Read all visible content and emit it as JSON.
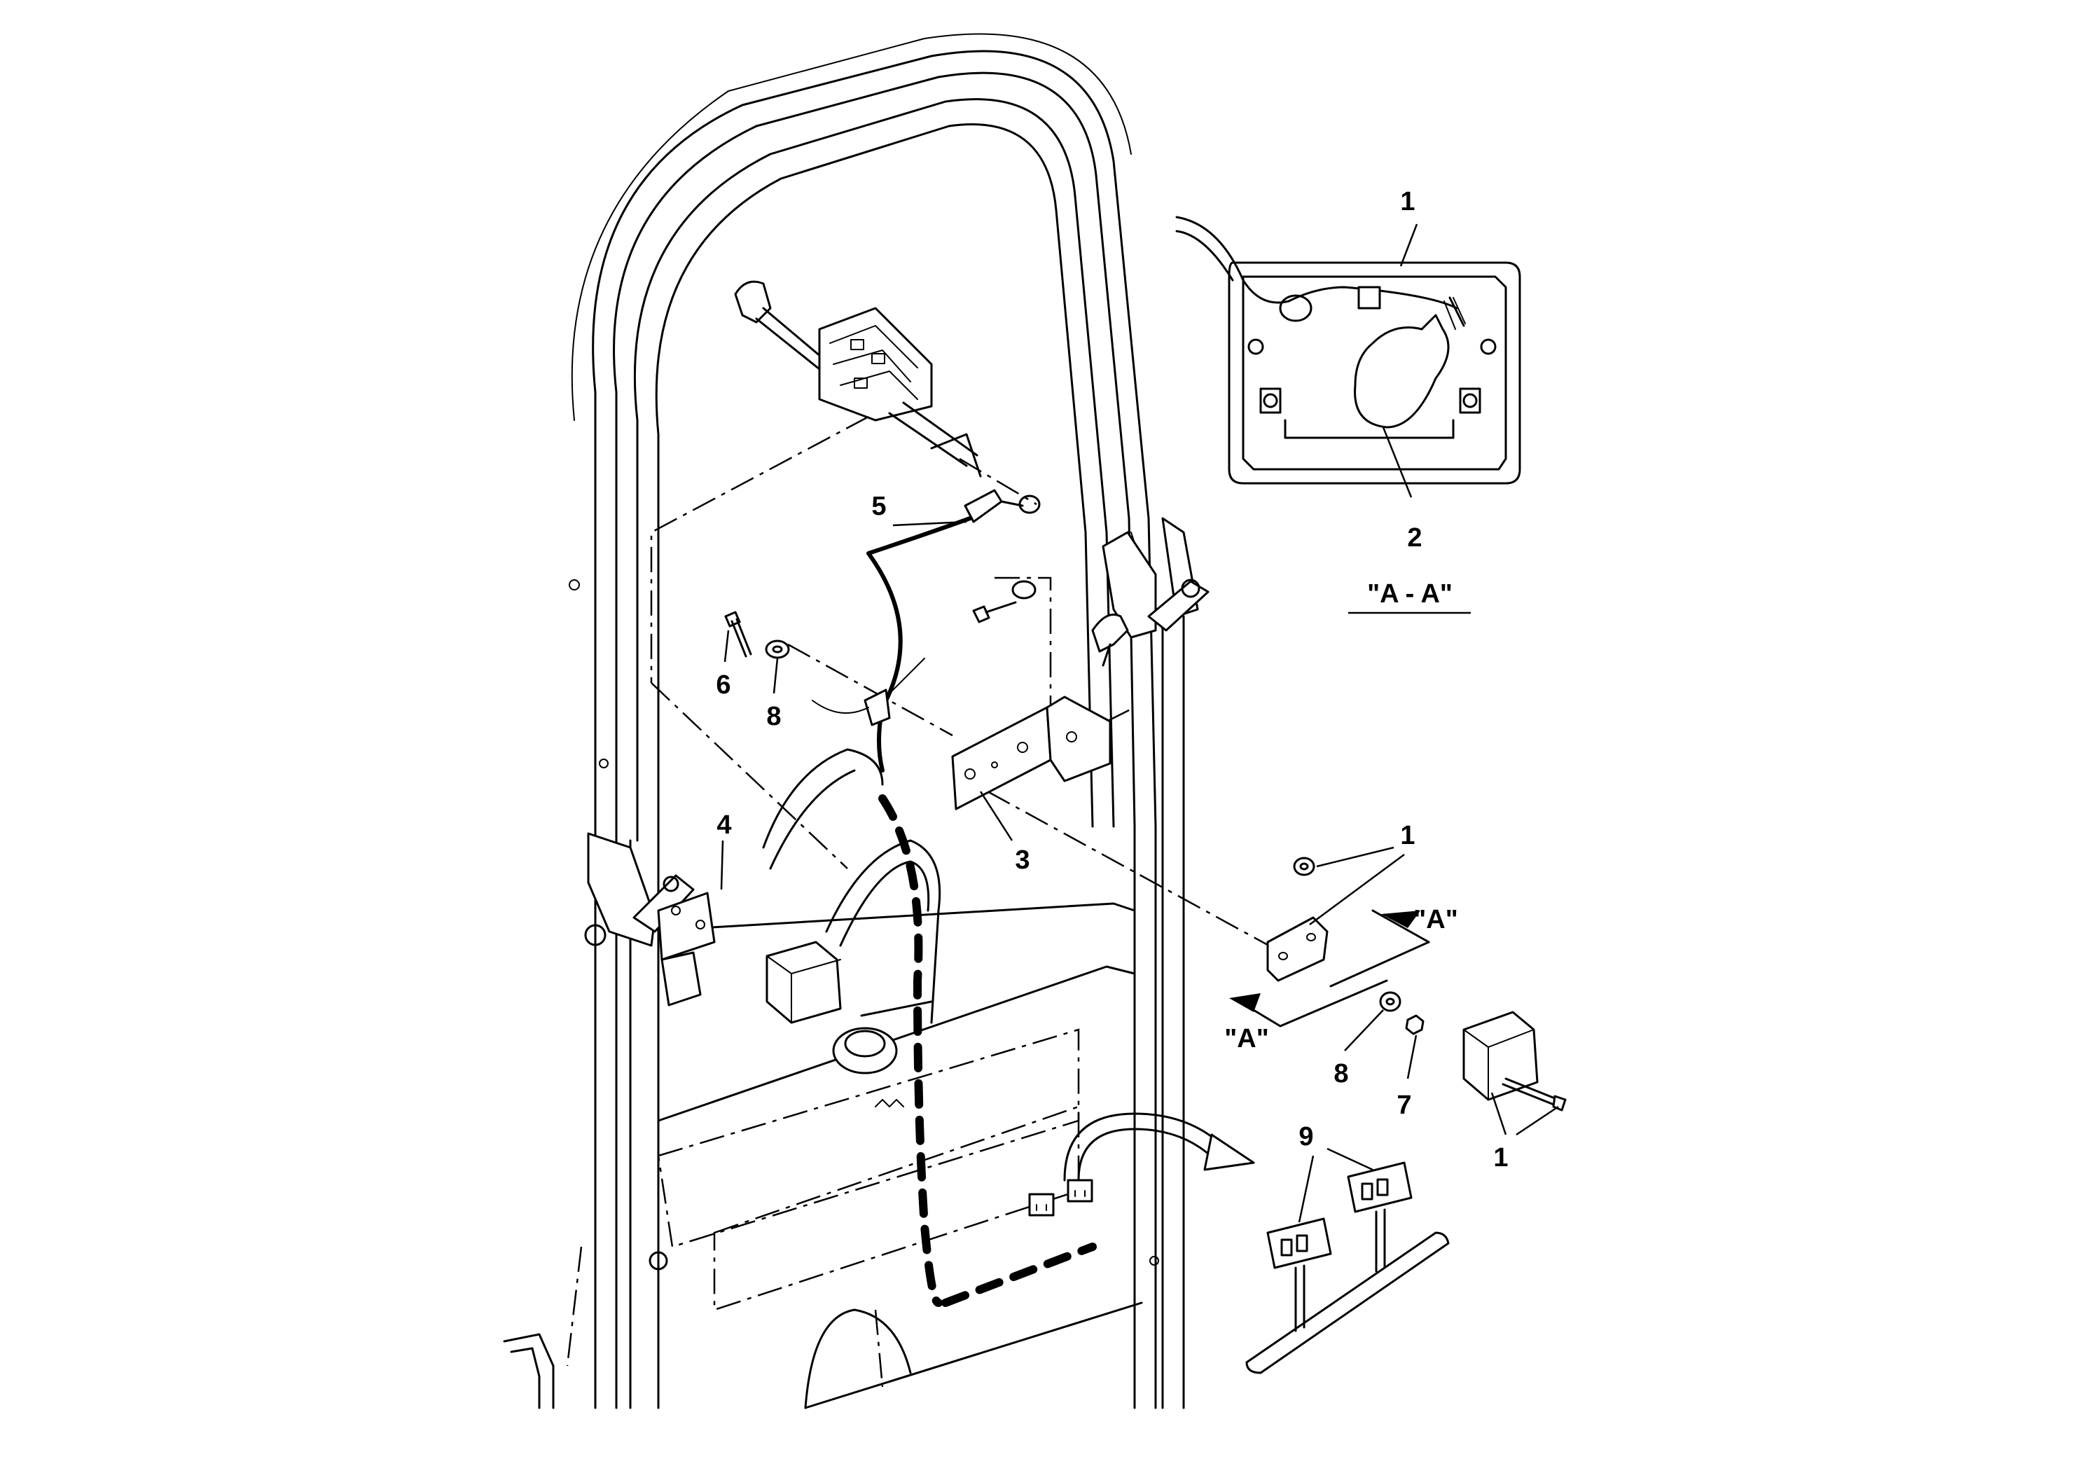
{
  "callouts": {
    "c1_section": "1",
    "c2_section": "2",
    "section_title": "\"A - A\"",
    "c5": "5",
    "c6": "6",
    "c8_top": "8",
    "c4": "4",
    "c3": "3",
    "c1_mid": "1",
    "arrow_a_right": "\"A\"",
    "arrow_a_left": "\"A\"",
    "c8_bottom": "8",
    "c7": "7",
    "c1_bottom": "1",
    "c9": "9"
  }
}
